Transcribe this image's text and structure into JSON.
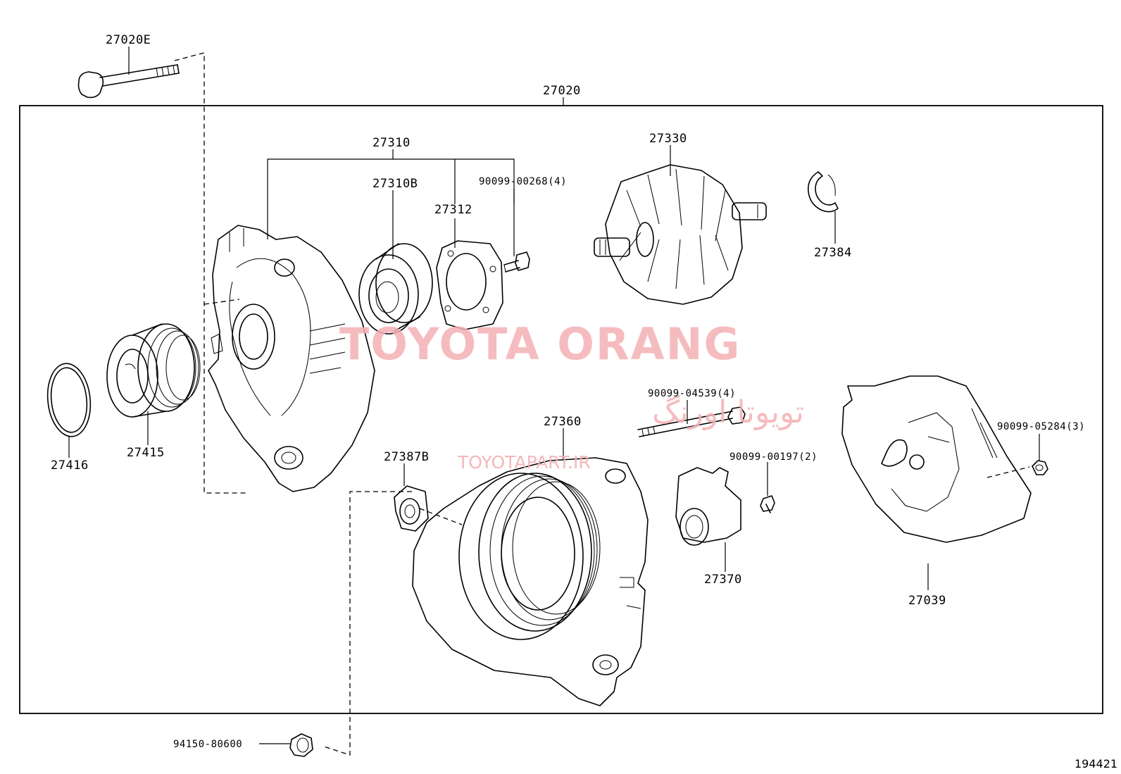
{
  "labels": {
    "p27020e": "27020E",
    "p27020": "27020",
    "p27310": "27310",
    "p27310b": "27310B",
    "p27312": "27312",
    "p90099_00268": "90099-00268(4)",
    "p27330": "27330",
    "p27384": "27384",
    "p27416": "27416",
    "p27415": "27415",
    "p90099_04539": "90099-04539(4)",
    "p27360": "27360",
    "p27387b": "27387B",
    "p90099_00197": "90099-00197(2)",
    "p27370": "27370",
    "p90099_05284": "90099-05284(3)",
    "p27039": "27039",
    "p94150_80600": "94150-80600"
  },
  "watermark": {
    "brand": "TOYOTA ORANG",
    "brand_fa": "تویوتا اورنگ",
    "site": "TOYOTAPART.IR",
    "color": "#f3b0b4"
  },
  "figure_number": "194421"
}
